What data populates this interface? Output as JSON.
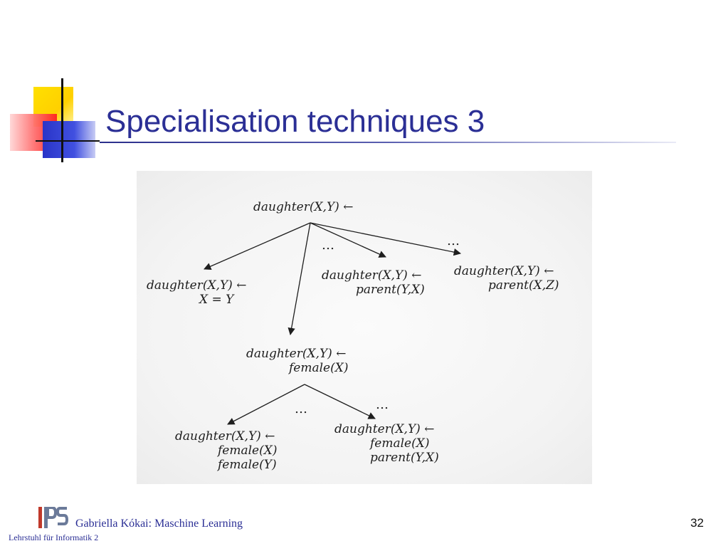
{
  "slide": {
    "title": "Specialisation techniques 3",
    "page_number": "32"
  },
  "footer": {
    "author": "Gabriella Kókai: Maschine Learning",
    "chair": "Lehrstuhl für Informatik 2",
    "logo": "LPS-logo"
  },
  "figure": {
    "root": [
      "daughter(X,Y) ←"
    ],
    "level1": [
      {
        "lines": [
          "daughter(X,Y) ←",
          "X = Y"
        ]
      },
      {
        "lines": [
          "daughter(X,Y) ←",
          "parent(Y,X)"
        ]
      },
      {
        "lines": [
          "daughter(X,Y) ←",
          "parent(X,Z)"
        ]
      }
    ],
    "level2": [
      "daughter(X,Y) ←",
      "female(X)"
    ],
    "level3": [
      {
        "lines": [
          "daughter(X,Y) ←",
          "female(X)",
          "female(Y)"
        ]
      },
      {
        "lines": [
          "daughter(X,Y) ←",
          "female(X)",
          "parent(Y,X)"
        ]
      }
    ],
    "ellipsis": "…"
  },
  "colors": {
    "title": "#2b2f95",
    "accent_yellow": "#ffd000",
    "accent_red": "#ff2020",
    "accent_blue": "#2a35c8"
  }
}
